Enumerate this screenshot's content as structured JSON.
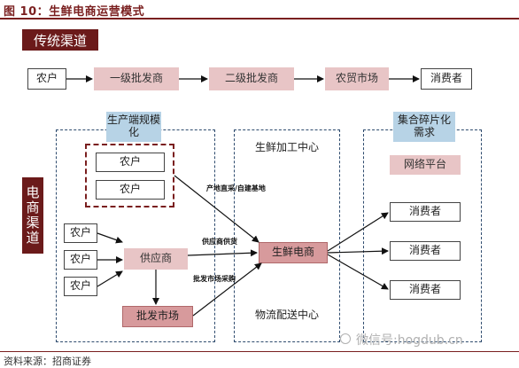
{
  "figure": {
    "title": "图 10：生鲜电商运营模式",
    "source": "资料来源：招商证券"
  },
  "traditional": {
    "label": "传统渠道",
    "steps": [
      "农户",
      "一级批发商",
      "二级批发商",
      "农贸市场",
      "消费者"
    ]
  },
  "ecommerce": {
    "label": "电商渠道",
    "scale_group": {
      "title": "生产端规模化",
      "farmers": [
        "农户",
        "农户"
      ]
    },
    "small_farmers": [
      "农户",
      "农户",
      "农户"
    ],
    "supplier": "供应商",
    "wholesale_market": "批发市场",
    "processing_center": "生鲜加工中心",
    "platform": "生鲜电商",
    "logistics_center": "物流配送中心",
    "demand_group": {
      "title": "集合碎片化需求",
      "network": "网络平台",
      "consumers": [
        "消费者",
        "消费者",
        "消费者"
      ]
    },
    "notes": {
      "direct": "产地直采/自建基地",
      "supplier": "供应商供货",
      "market": "批发市场采购"
    }
  },
  "watermark": "微信号:hogdub.cn"
}
